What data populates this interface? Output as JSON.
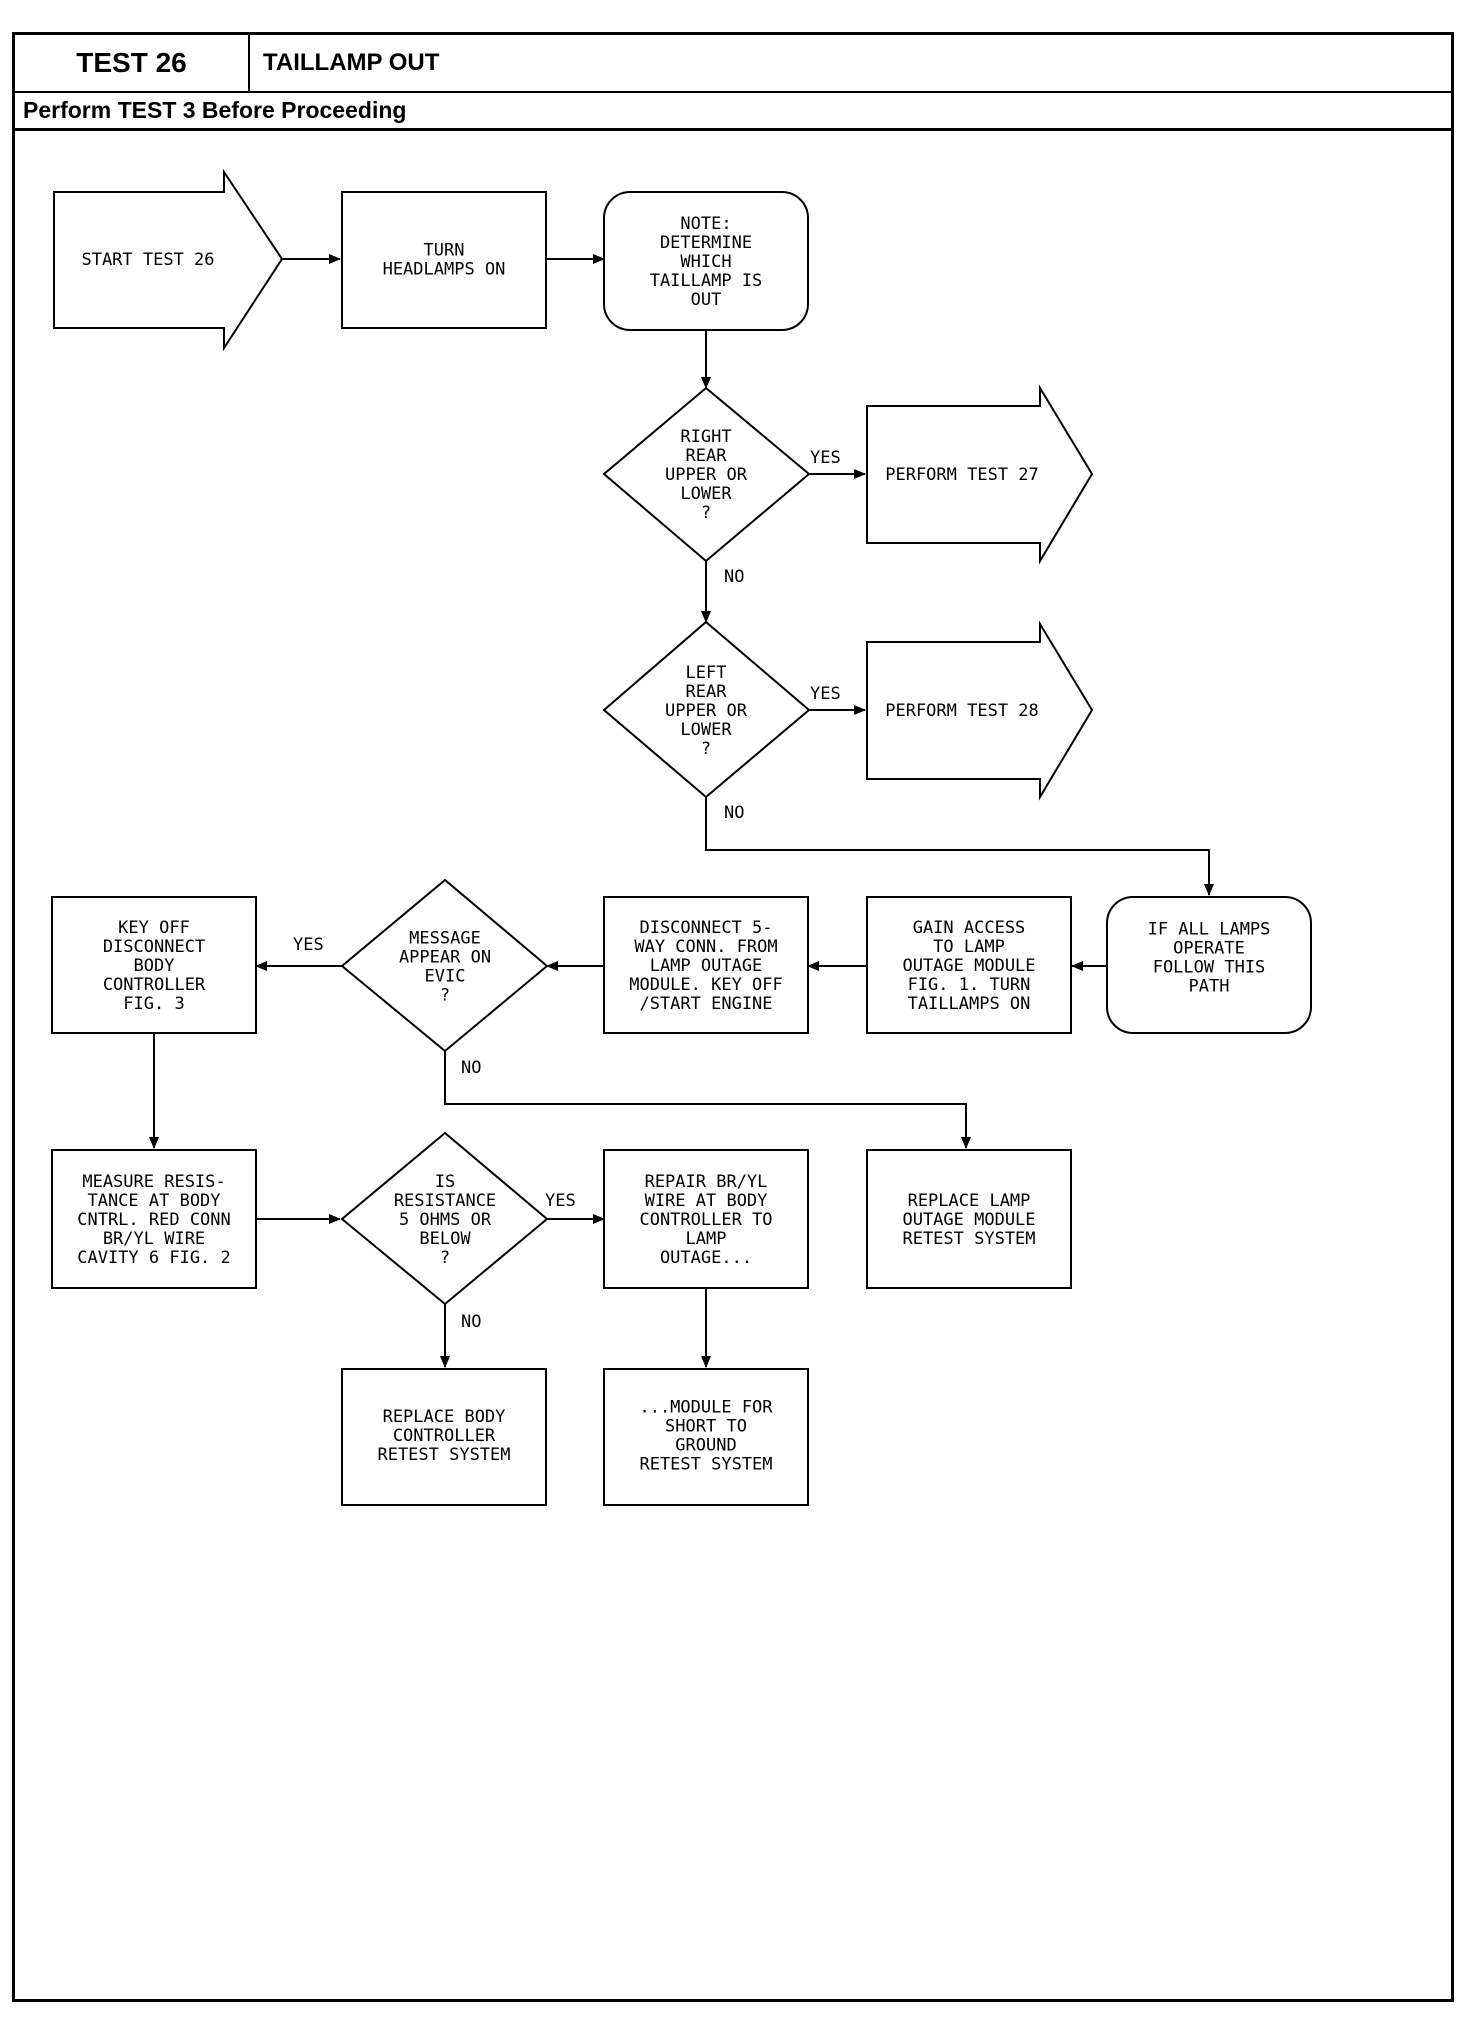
{
  "header": {
    "test_label": "TEST 26",
    "title": "TAILLAMP OUT",
    "subtitle": "Perform TEST 3 Before Proceeding"
  },
  "nodes": {
    "start": [
      "START TEST 26"
    ],
    "turn": [
      "TURN",
      "HEADLAMPS ON"
    ],
    "note": [
      "NOTE:",
      "DETERMINE",
      "WHICH",
      "TAILLAMP IS",
      "OUT"
    ],
    "right": [
      "RIGHT",
      "REAR",
      "UPPER OR",
      "LOWER",
      "?"
    ],
    "perf27": [
      "PERFORM TEST 27"
    ],
    "left": [
      "LEFT",
      "REAR",
      "UPPER OR",
      "LOWER",
      "?"
    ],
    "perf28": [
      "PERFORM TEST 28"
    ],
    "allOp": [
      "IF ALL LAMPS",
      "OPERATE",
      "FOLLOW THIS",
      "PATH"
    ],
    "gain": [
      "GAIN ACCESS",
      "TO LAMP",
      "OUTAGE MODULE",
      "FIG. 1. TURN",
      "TAILLAMPS ON"
    ],
    "disc": [
      "DISCONNECT 5-",
      "WAY CONN. FROM",
      "LAMP OUTAGE",
      "MODULE. KEY OFF",
      "/START ENGINE"
    ],
    "msg": [
      "MESSAGE",
      "APPEAR ON",
      "EVIC",
      "?"
    ],
    "keyoff": [
      "KEY OFF",
      "DISCONNECT",
      "BODY",
      "CONTROLLER",
      "FIG. 3"
    ],
    "measure": [
      "MEASURE RESIS-",
      "TANCE AT BODY",
      "CNTRL. RED CONN",
      "BR/YL WIRE",
      "CAVITY 6 FIG. 2"
    ],
    "isres": [
      "IS",
      "RESISTANCE",
      "5 OHMS OR",
      "BELOW",
      "?"
    ],
    "repair": [
      "REPAIR BR/YL",
      "WIRE AT BODY",
      "CONTROLLER TO",
      "LAMP",
      "OUTAGE..."
    ],
    "replLamp": [
      "REPLACE LAMP",
      "OUTAGE MODULE",
      "RETEST SYSTEM"
    ],
    "replBody": [
      "REPLACE BODY",
      "CONTROLLER",
      "RETEST SYSTEM"
    ],
    "module": [
      "...MODULE FOR",
      "SHORT TO",
      "GROUND",
      "RETEST SYSTEM"
    ]
  },
  "edge_labels": {
    "right_yes": "YES",
    "right_no": "NO",
    "left_yes": "YES",
    "left_no": "NO",
    "msg_yes": "YES",
    "msg_no": "NO",
    "res_yes": "YES",
    "res_no": "NO"
  }
}
